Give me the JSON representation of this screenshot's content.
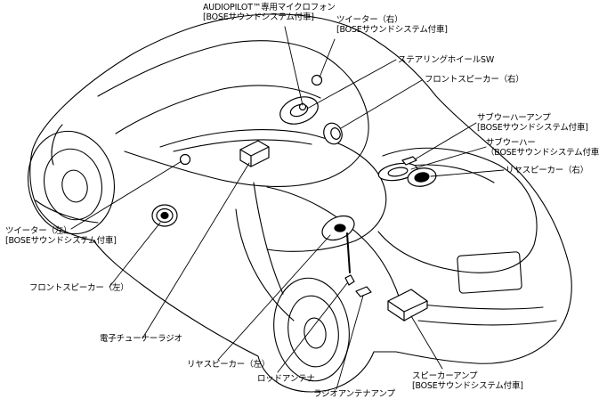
{
  "labels": {
    "mic": {
      "line1": "AUDIOPILOT™専用マイクロフォン",
      "line2": "[BOSEサウンドシステム付車]"
    },
    "tweeterR": {
      "line1": "ツイーター（右）",
      "line2": "[BOSEサウンドシステム付車]"
    },
    "steeringSw": {
      "line1": "ステアリングホイールSW"
    },
    "frontSpkR": {
      "line1": "フロントスピーカー（右）"
    },
    "subAmp": {
      "line1": "サブウーハーアンプ",
      "line2": "[BOSEサウンドシステム付車]"
    },
    "subwoofer": {
      "line1": "サブウーハー",
      "line2": "（BOSEサウンドシステム付車]"
    },
    "rearSpkR": {
      "line1": "リヤスピーカー（右）"
    },
    "tweeterL": {
      "line1": "ツイーター（左）",
      "line2": "[BOSEサウンドシステム付車]"
    },
    "frontSpkL": {
      "line1": "フロントスピーカー（左）"
    },
    "tuner": {
      "line1": "電子チューナーラジオ"
    },
    "rearSpkL": {
      "line1": "リヤスピーカー（左）"
    },
    "rodAntenna": {
      "line1": "ロッドアンテナ"
    },
    "antennaAmp": {
      "line1": "ラジオアンテナアンプ"
    },
    "spkAmp": {
      "line1": "スピーカーアンプ",
      "line2": "[BOSEサウンドシステム付車]"
    }
  }
}
